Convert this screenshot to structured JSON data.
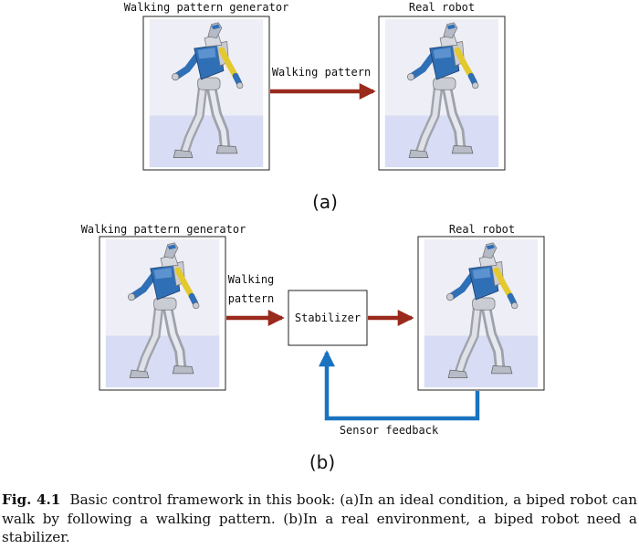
{
  "panel_a": {
    "left_title": "Walking pattern generator",
    "right_title": "Real robot",
    "arrow_label": "Walking pattern",
    "label": "(a)"
  },
  "panel_b": {
    "left_title": "Walking pattern generator",
    "right_title": "Real robot",
    "arrow_label_line1": "Walking",
    "arrow_label_line2": "pattern",
    "stabilizer_label": "Stabilizer",
    "feedback_label": "Sensor feedback",
    "label": "(b)"
  },
  "caption": {
    "lead": "Fig. 4.1",
    "text": "Basic control framework in this book: (a)In an ideal condition, a biped robot can walk by following a walking pattern. (b)In a real environment, a biped robot need a stabilizer."
  },
  "colors": {
    "forward_arrow": "#9a2a1c",
    "feedback_arrow": "#1a73c0",
    "robot_blue": "#2f6fb6",
    "robot_yellow": "#e3c92e",
    "robot_silver": "#c9ccd3",
    "floor": "#d8dcf4",
    "backdrop": "#eeeef6"
  },
  "icons": [
    "humanoid-robot-illustration",
    "forward-arrow",
    "feedback-arrow"
  ]
}
